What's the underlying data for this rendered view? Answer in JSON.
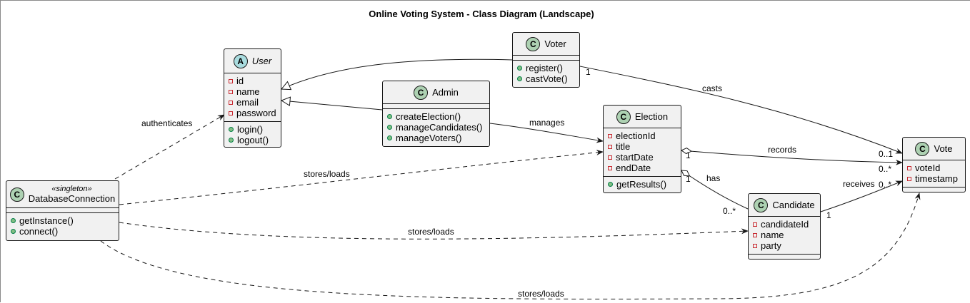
{
  "title": "Online Voting System - Class Diagram (Landscape)",
  "classes": {
    "user": {
      "badge": "A",
      "name": "User",
      "fields": [
        "id",
        "name",
        "email",
        "password"
      ],
      "methods": [
        "login()",
        "logout()"
      ]
    },
    "voter": {
      "badge": "C",
      "name": "Voter",
      "fields": [],
      "methods": [
        "register()",
        "castVote()"
      ]
    },
    "admin": {
      "badge": "C",
      "name": "Admin",
      "fields": [],
      "methods": [
        "createElection()",
        "manageCandidates()",
        "manageVoters()"
      ]
    },
    "election": {
      "badge": "C",
      "name": "Election",
      "fields": [
        "electionId",
        "title",
        "startDate",
        "endDate"
      ],
      "methods": [
        "getResults()"
      ]
    },
    "vote": {
      "badge": "C",
      "name": "Vote",
      "fields": [
        "voteId",
        "timestamp"
      ],
      "methods": []
    },
    "candidate": {
      "badge": "C",
      "name": "Candidate",
      "fields": [
        "candidateId",
        "name",
        "party"
      ],
      "methods": []
    },
    "database_connection": {
      "badge": "C",
      "stereotype": "«singleton»",
      "name": "DatabaseConnection",
      "fields": [],
      "methods": [
        "getInstance()",
        "connect()"
      ]
    }
  },
  "relations": {
    "authenticates": "authenticates",
    "manages": "manages",
    "casts": "casts",
    "records": "records",
    "has": "has",
    "receives": "receives",
    "stores_loads_election": "stores/loads",
    "stores_loads_candidate": "stores/loads",
    "stores_loads_vote": "stores/loads"
  },
  "multiplicities": {
    "voter_casts": "1",
    "vote_cast": "0..1",
    "election_records": "1",
    "vote_records": "0..*",
    "election_has": "1",
    "candidate_has": "0..*",
    "candidate_receives": "1",
    "vote_receives": "0..*"
  }
}
